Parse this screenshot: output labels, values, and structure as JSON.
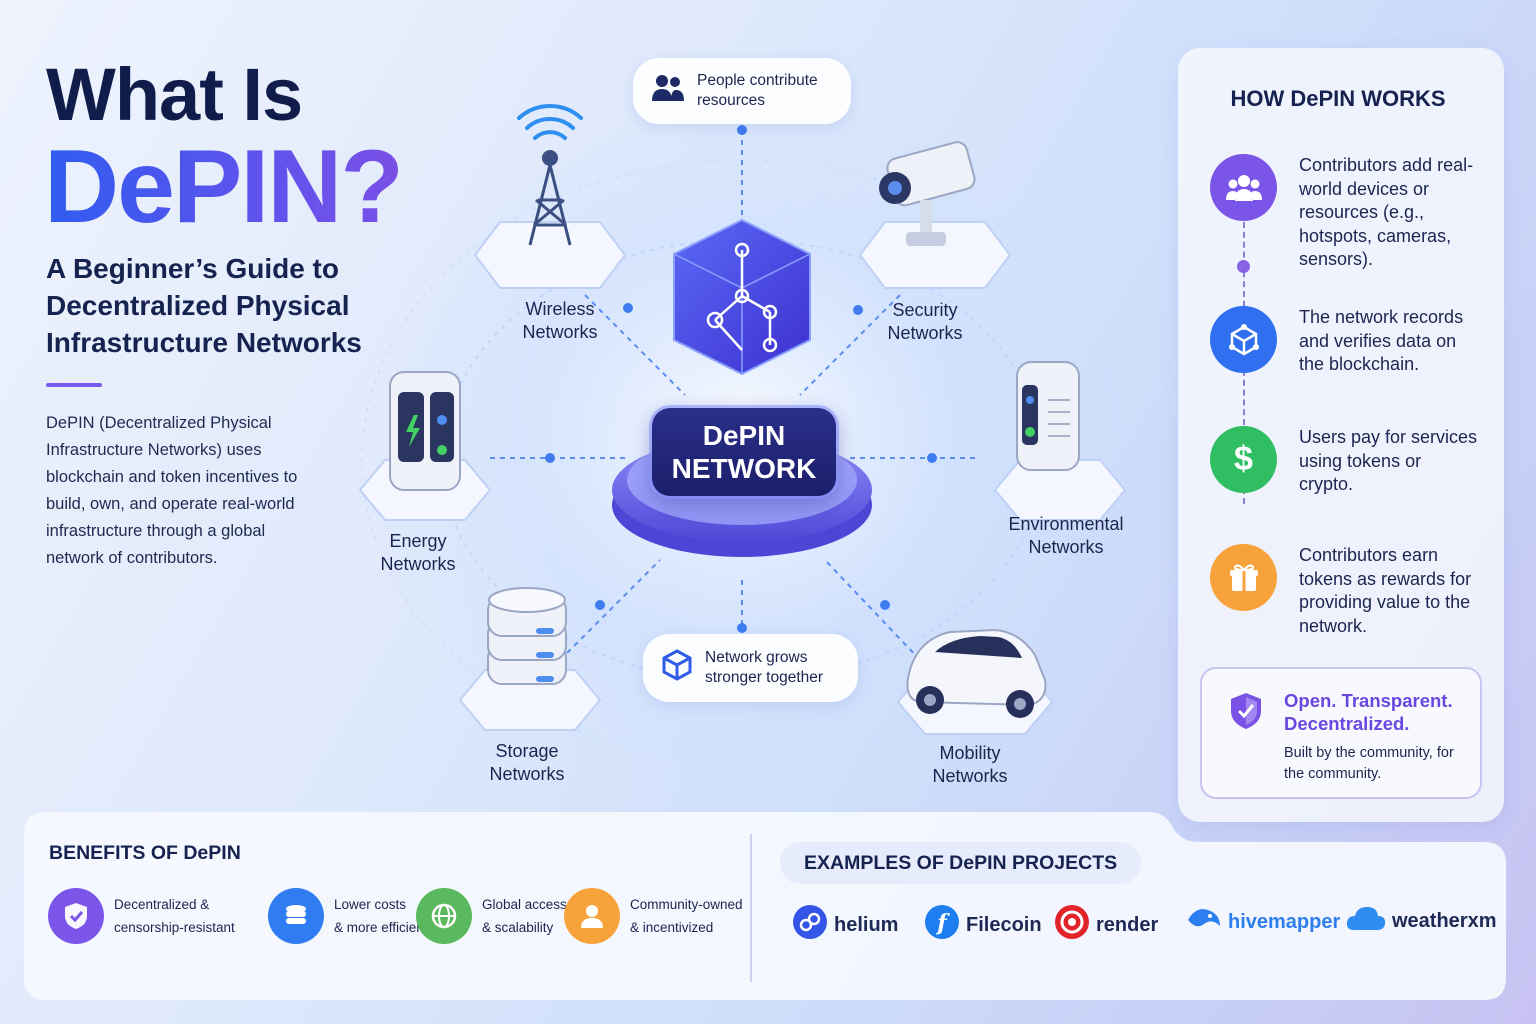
{
  "header": {
    "title_line1": "What Is",
    "title_line2": "DePIN?",
    "subtitle": "A Beginner’s Guide to Decentralized Physical Infrastructure Networks",
    "intro": "DePIN (Decentralized Physical Infrastructure Networks) uses blockchain and token incentives to build, own, and operate real-world infrastructure through a global network of contributors."
  },
  "diagram": {
    "hub_line1": "DePIN",
    "hub_line2": "NETWORK",
    "pill_top": {
      "line1": "People contribute",
      "line2": "resources",
      "icon": "people-icon"
    },
    "pill_bottom": {
      "line1": "Network grows",
      "line2": "stronger together",
      "icon": "cube-icon"
    },
    "nodes": [
      {
        "line1": "Wireless",
        "line2": "Networks",
        "icon": "cell-tower-icon"
      },
      {
        "line1": "Security",
        "line2": "Networks",
        "icon": "security-camera-icon"
      },
      {
        "line1": "Energy",
        "line2": "Networks",
        "icon": "battery-icon"
      },
      {
        "line1": "Environmental",
        "line2": "Networks",
        "icon": "weather-sensor-icon"
      },
      {
        "line1": "Storage",
        "line2": "Networks",
        "icon": "database-icon"
      },
      {
        "line1": "Mobility",
        "line2": "Networks",
        "icon": "car-icon"
      }
    ]
  },
  "how_it_works": {
    "title": "HOW DePIN WORKS",
    "steps": [
      {
        "text": "Contributors add real-world devices or resources (e.g., hotspots, cameras, sensors).",
        "icon": "people-icon",
        "color": "#7b55e8"
      },
      {
        "text": "The network records and verifies data on the blockchain.",
        "icon": "blockchain-cube-icon",
        "color": "#2f6ff0"
      },
      {
        "text": "Users pay for services using tokens or crypto.",
        "icon": "dollar-icon",
        "color": "#2fbf62"
      },
      {
        "text": "Contributors earn tokens as rewards for providing value to the network.",
        "icon": "gift-icon",
        "color": "#f7a23a"
      }
    ],
    "callout_title": "Open. Transparent. Decentralized.",
    "callout_sub": "Built by the community, for the community.",
    "callout_icon": "shield-icon"
  },
  "benefits": {
    "title": "BENEFITS OF DePIN",
    "items": [
      {
        "line1": "Decentralized &",
        "line2": "censorship-resistant",
        "icon": "shield-check-icon",
        "color": "#7b55e8"
      },
      {
        "line1": "Lower costs",
        "line2": "& more efficient",
        "icon": "coins-icon",
        "color": "#2f7df0"
      },
      {
        "line1": "Global access",
        "line2": "& scalability",
        "icon": "globe-icon",
        "color": "#5cb85c"
      },
      {
        "line1": "Community-owned",
        "line2": "& incentivized",
        "icon": "person-icon",
        "color": "#f7a23a"
      }
    ]
  },
  "examples": {
    "title": "EXAMPLES OF DePIN PROJECTS",
    "projects": [
      {
        "name": "helium",
        "icon": "helium-logo-icon",
        "color": "#3456e8"
      },
      {
        "name": "Filecoin",
        "icon": "filecoin-logo-icon",
        "color": "#1e7ef0"
      },
      {
        "name": "render",
        "icon": "render-logo-icon",
        "color": "#e0242a"
      },
      {
        "name": "hivemapper",
        "icon": "hivemapper-logo-icon",
        "color": "#2d7ff0"
      },
      {
        "name": "weatherxm",
        "icon": "weatherxm-logo-icon",
        "color": "#2f8cf0"
      }
    ]
  }
}
